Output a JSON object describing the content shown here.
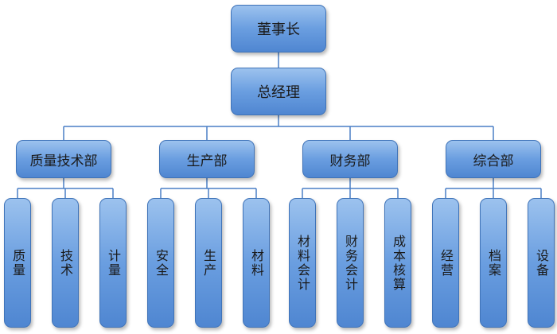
{
  "chairman": "董事长",
  "gm": "总经理",
  "departments": [
    {
      "name": "质量技术部",
      "units": [
        "质量",
        "技术",
        "计量"
      ]
    },
    {
      "name": "生产部",
      "units": [
        "安全",
        "生产",
        "材料"
      ]
    },
    {
      "name": "财务部",
      "units": [
        "材料会计",
        "财务会计",
        "成本核算"
      ]
    },
    {
      "name": "综合部",
      "units": [
        "经营",
        "档案",
        "设备"
      ]
    }
  ]
}
